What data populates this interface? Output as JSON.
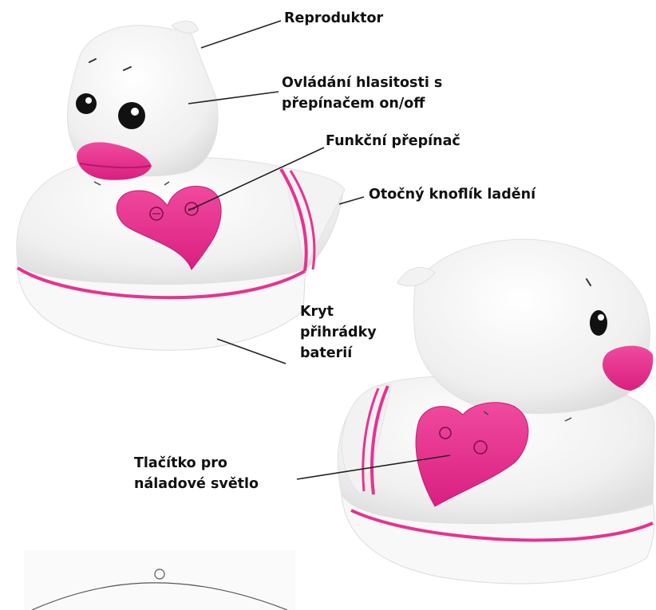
{
  "labels": {
    "speaker": "Reproduktor",
    "volume": [
      "Ovládání hlasitosti s",
      "přepínačem on/off"
    ],
    "function_switch": "Funkční přepínač",
    "tuning_knob": "Otočný knoflík ladění",
    "battery_cover": [
      "Kryt",
      "přihrádky",
      "baterií"
    ],
    "mood_light_button": [
      "Tlačítko pro",
      "náladové světlo"
    ]
  },
  "colors": {
    "duck_body": "#eeeeee",
    "duck_base": "#f9f9f9",
    "accent_pink": "#e8328f",
    "text": "#111111",
    "leader_line": "#222222"
  },
  "icons": [
    "duck-radio-front",
    "duck-radio-back",
    "heart-button-panel"
  ]
}
